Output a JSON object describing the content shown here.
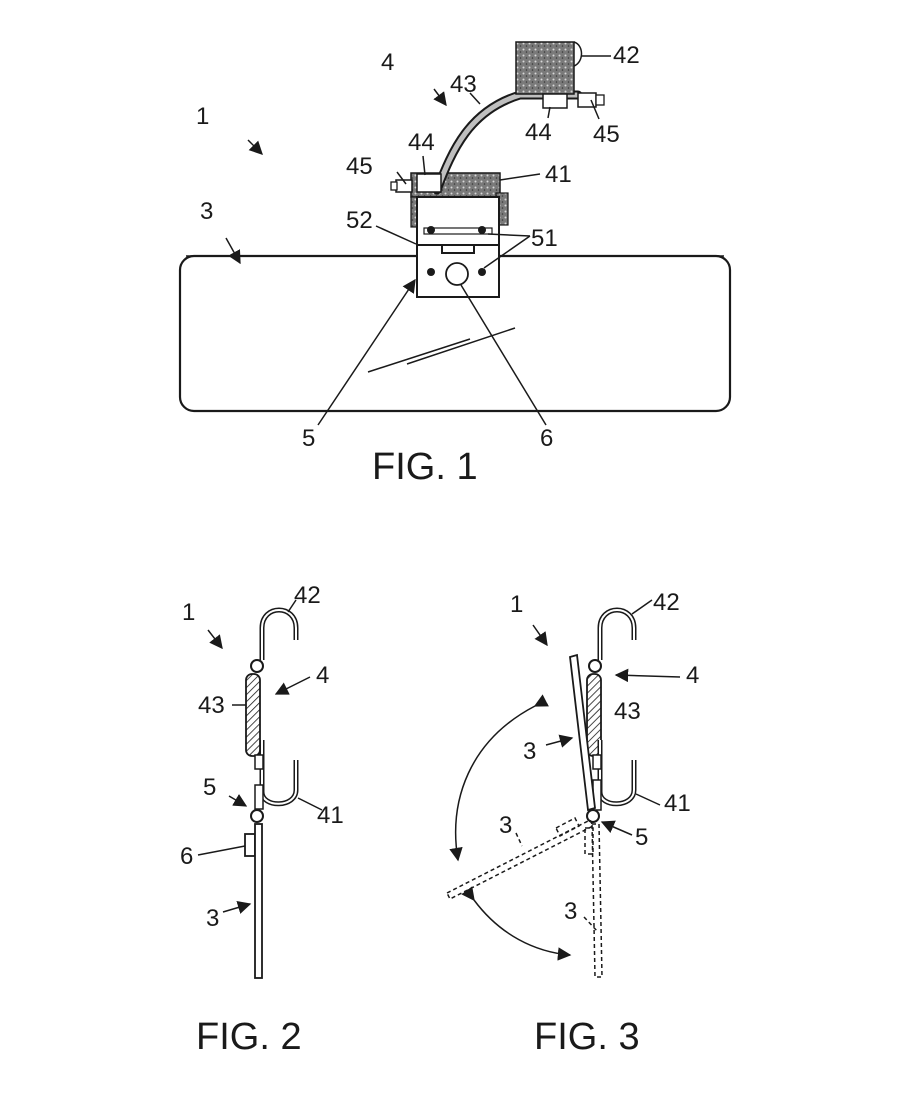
{
  "fig1": {
    "caption": "FIG. 1",
    "labels": {
      "device": "1",
      "visor": "3",
      "holder": "4",
      "lower_hook": "41",
      "upper_hook": "42",
      "rod": "43",
      "sleeve_left": "44",
      "sleeve_right": "44",
      "cap_left": "45",
      "cap_right": "45",
      "hinge": "5",
      "screws": "51",
      "hinge_plate": "52",
      "knob": "6"
    }
  },
  "fig2": {
    "caption": "FIG. 2",
    "labels": {
      "device": "1",
      "upper_hook": "42",
      "holder": "4",
      "rod": "43",
      "hinge": "5",
      "lower_hook": "41",
      "knob": "6",
      "visor": "3"
    }
  },
  "fig3": {
    "caption": "FIG. 3",
    "labels": {
      "device": "1",
      "upper_hook": "42",
      "holder": "4",
      "rod": "43",
      "visor_raised": "3",
      "lower_hook": "41",
      "visor_angled": "3",
      "hinge": "5",
      "visor_down": "3"
    }
  }
}
